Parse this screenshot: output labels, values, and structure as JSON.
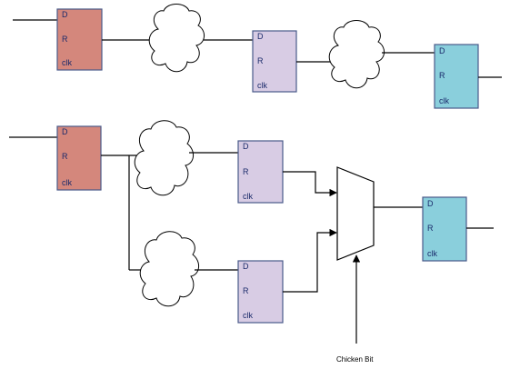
{
  "colors": {
    "launch": "#d4877c",
    "middle": "#d8cce4",
    "capture": "#8acfdc",
    "wire": "#000000",
    "border": "#4a5a8a"
  },
  "flop_pins": {
    "d": "D",
    "r": "R",
    "clk": "clk"
  },
  "top_path": {
    "flops": [
      {
        "role": "launch"
      },
      {
        "role": "middle"
      },
      {
        "role": "capture"
      }
    ],
    "logic_clouds": 2
  },
  "bottom_path": {
    "flops": [
      {
        "role": "launch"
      },
      {
        "role": "middle"
      },
      {
        "role": "middle"
      },
      {
        "role": "capture"
      }
    ],
    "logic_clouds": 2,
    "mux": {
      "inputs": 2
    }
  },
  "chicken_bit_label": "Chicken Bit"
}
